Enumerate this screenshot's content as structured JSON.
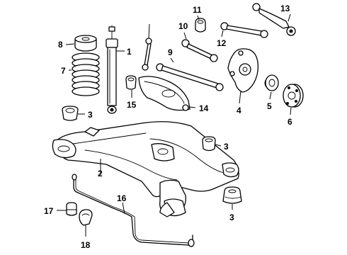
{
  "callouts": {
    "c1": "1",
    "c2": "2",
    "c3a": "3",
    "c3b": "3",
    "c3c": "3",
    "c4": "4",
    "c5": "5",
    "c6": "6",
    "c7": "7",
    "c8": "8",
    "c9": "9",
    "c10": "10",
    "c11": "11",
    "c12": "12",
    "c13": "13",
    "c14": "14",
    "c15": "15",
    "c16": "16",
    "c17": "17",
    "c18": "18"
  }
}
